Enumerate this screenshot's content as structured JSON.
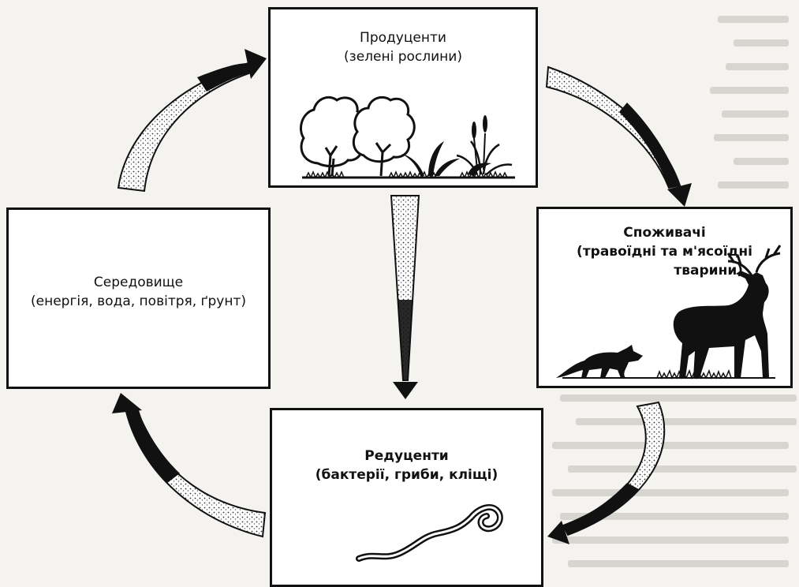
{
  "nodes": {
    "producers": {
      "title": "Продуценти",
      "subtitle": "(зелені рослини)"
    },
    "consumers": {
      "title": "Споживачі",
      "subtitle_line1": "(травоїдні та м'ясоїдні",
      "subtitle_line2": "тварини)"
    },
    "decomposers": {
      "title": "Редуценти",
      "subtitle": "(бактерії, гриби, кліщі)"
    },
    "environment": {
      "title": "Середовище",
      "subtitle": "(енергія, вода, повітря, ґрунт)"
    }
  },
  "illustrations": {
    "producers": [
      "tree-icon",
      "tree-icon",
      "fern-icon",
      "grass-plant-icon"
    ],
    "consumers": [
      "fox-icon",
      "deer-icon"
    ],
    "decomposers": [
      "worm-icon"
    ]
  },
  "colors": {
    "ink": "#111111",
    "paper": "#f4f3ef",
    "box": "#ffffff",
    "stipple": "#9a9a9a"
  }
}
